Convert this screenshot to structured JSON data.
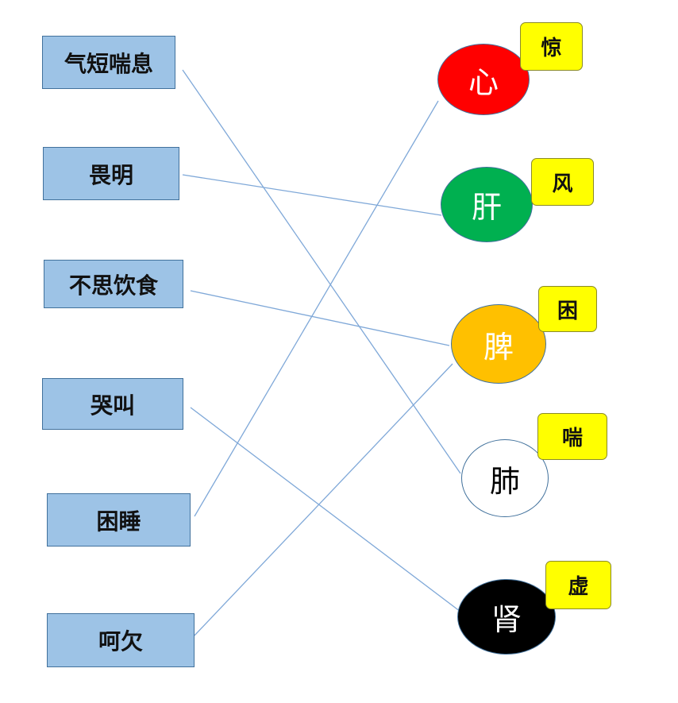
{
  "symptoms": [
    {
      "id": "s1",
      "label": "气短喘息"
    },
    {
      "id": "s2",
      "label": "畏明"
    },
    {
      "id": "s3",
      "label": "不思饮食"
    },
    {
      "id": "s4",
      "label": "哭叫"
    },
    {
      "id": "s5",
      "label": "困睡"
    },
    {
      "id": "s6",
      "label": "呵欠"
    }
  ],
  "organs": [
    {
      "id": "o1",
      "label": "心",
      "fill": "#ff0000",
      "text_color": "#ffffff",
      "tag": "惊"
    },
    {
      "id": "o2",
      "label": "肝",
      "fill": "#00b050",
      "text_color": "#ffffff",
      "tag": "风"
    },
    {
      "id": "o3",
      "label": "脾",
      "fill": "#ffc000",
      "text_color": "#ffffff",
      "tag": "困"
    },
    {
      "id": "o4",
      "label": "肺",
      "fill": "#ffffff",
      "text_color": "#000000",
      "tag": "喘"
    },
    {
      "id": "o5",
      "label": "肾",
      "fill": "#000000",
      "text_color": "#ffffff",
      "tag": "虚"
    }
  ],
  "links": [
    {
      "from": "s1",
      "to": "o4"
    },
    {
      "from": "s2",
      "to": "o2"
    },
    {
      "from": "s3",
      "to": "o3"
    },
    {
      "from": "s4",
      "to": "o5"
    },
    {
      "from": "s5",
      "to": "o1"
    },
    {
      "from": "s6",
      "to": "o3"
    }
  ],
  "colors": {
    "box_fill": "#9dc3e6",
    "box_border": "#41719c",
    "tag_fill": "#ffff00",
    "line": "#7fa8d8"
  }
}
